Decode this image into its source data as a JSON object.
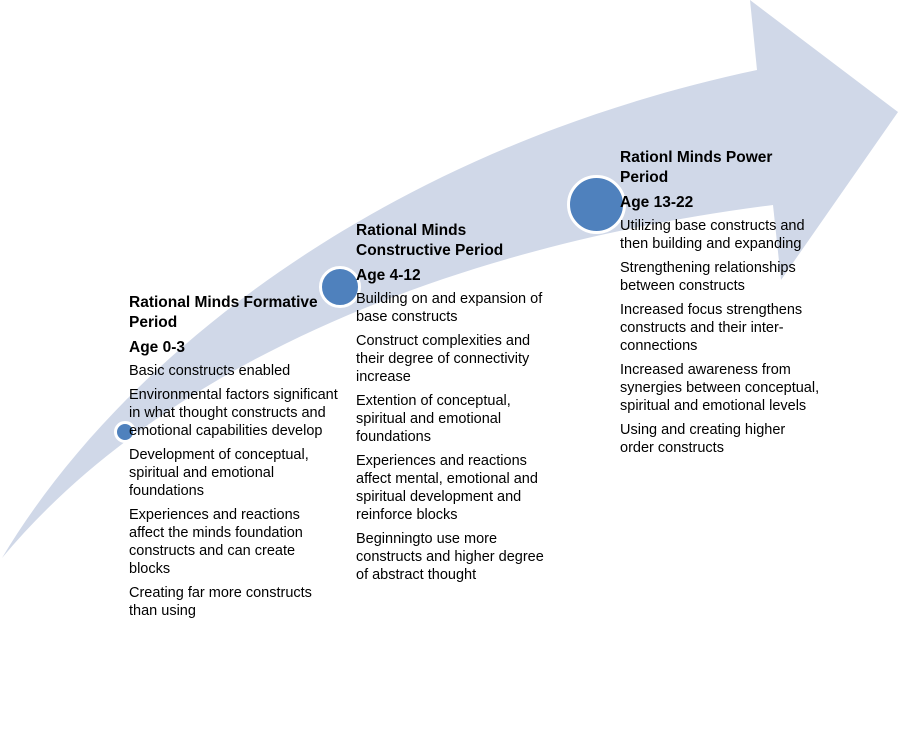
{
  "colors": {
    "arrow_fill": "#D0D8E8",
    "marker_fill": "#4F81BD",
    "marker_border": "#FFFFFF",
    "text": "#000000"
  },
  "stages": [
    {
      "title": "Rational Minds Formative  Period",
      "age": "Age 0-3",
      "items": [
        "Basic constructs enabled",
        "Environmental factors significant in what thought constructs and emotional capabilities develop",
        "Development of conceptual, spiritual and emotional foundations",
        "Experiences and reactions affect the minds foundation constructs and can create blocks",
        "Creating far more constructs than using"
      ]
    },
    {
      "title": "Rational Minds Constructive Period",
      "age": "Age 4-12",
      "items": [
        "Building on and expansion of base constructs",
        "Construct complexities and their degree of connectivity increase",
        "Extention of conceptual, spiritual and emotional foundations",
        "Experiences and reactions affect mental, emotional and spiritual development and reinforce blocks",
        "Beginningto use more constructs and higher degree of abstract thought"
      ]
    },
    {
      "title": "Rationl Minds Power Period",
      "age": "Age 13-22",
      "items": [
        "Utilizing base constructs and then building and expanding",
        "Strengthening relationships between constructs",
        "Increased focus strengthens constructs and their inter-connections",
        "Increased awareness from synergies between conceptual, spiritual and emotional levels",
        "Using and creating higher order constructs"
      ]
    }
  ]
}
